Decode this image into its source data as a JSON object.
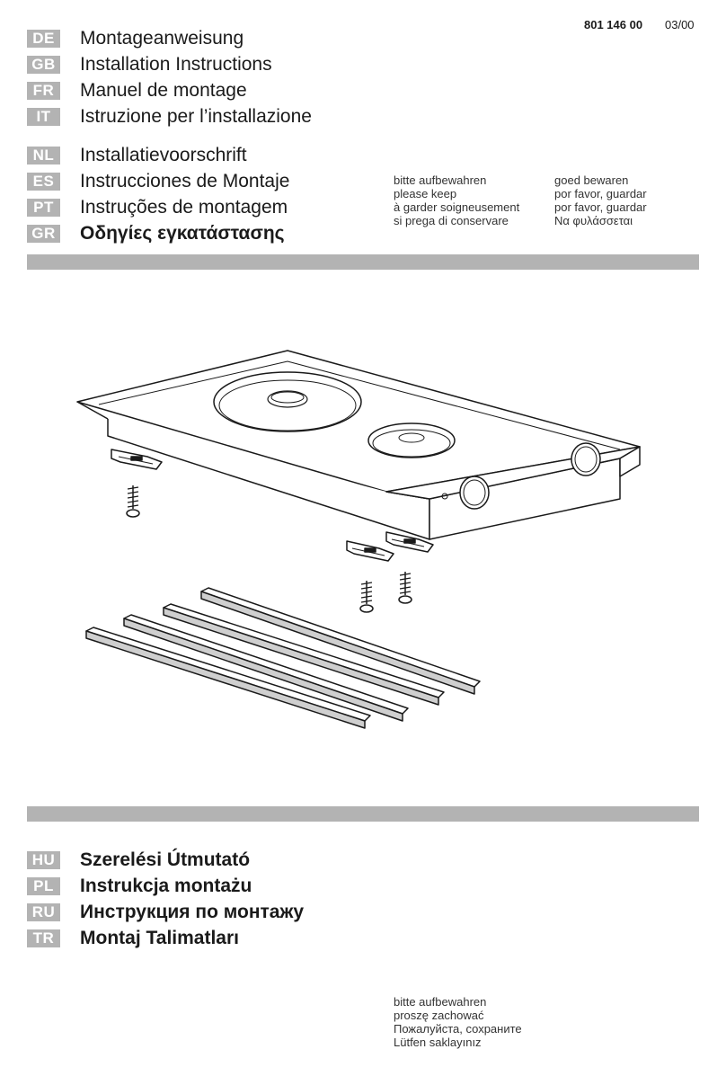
{
  "header": {
    "doc_number": "801 146 00",
    "date": "03/00"
  },
  "languages_top": [
    {
      "code": "DE",
      "title": "Montageanweisung",
      "bold": false
    },
    {
      "code": "GB",
      "title": "Installation Instructions",
      "bold": false
    },
    {
      "code": "FR",
      "title": "Manuel de montage",
      "bold": false
    },
    {
      "code": "IT",
      "title": "Istruzione per l’installazione",
      "bold": false
    },
    {
      "code": "NL",
      "title": "Installatievoorschrift",
      "bold": false
    },
    {
      "code": "ES",
      "title": "Instrucciones de Montaje",
      "bold": false
    },
    {
      "code": "PT",
      "title": "Instruções de montagem",
      "bold": false
    },
    {
      "code": "GR",
      "title": "Οδηγίες εγκατάστασης",
      "bold": true
    }
  ],
  "keep_notes_top": {
    "left": [
      "bitte aufbewahren",
      "please keep",
      "à garder soigneusement",
      "si prega di conservare"
    ],
    "right": [
      "goed bewaren",
      "por favor, guardar",
      "por favor, guardar",
      "Να φυλάσσεται"
    ]
  },
  "languages_bottom": [
    {
      "code": "HU",
      "title": "Szerelési Útmutató",
      "bold": true
    },
    {
      "code": "PL",
      "title": "Instrukcja montażu",
      "bold": true
    },
    {
      "code": "RU",
      "title": "Инструкция по монтажу",
      "bold": true
    },
    {
      "code": "TR",
      "title": "Montaj Talimatları",
      "bold": true
    }
  ],
  "keep_notes_bottom": [
    "bitte aufbewahren",
    "proszę zachować",
    "Пожалуйста, сохраните",
    "Lütfen saklayınız"
  ],
  "colors": {
    "label_bg": "#b3b3b3",
    "bar": "#b3b3b3",
    "line": "#1a1a1a"
  },
  "illustration": {
    "subject": "cooktop-with-mounting-clips-screws-and-sealing-strips"
  }
}
